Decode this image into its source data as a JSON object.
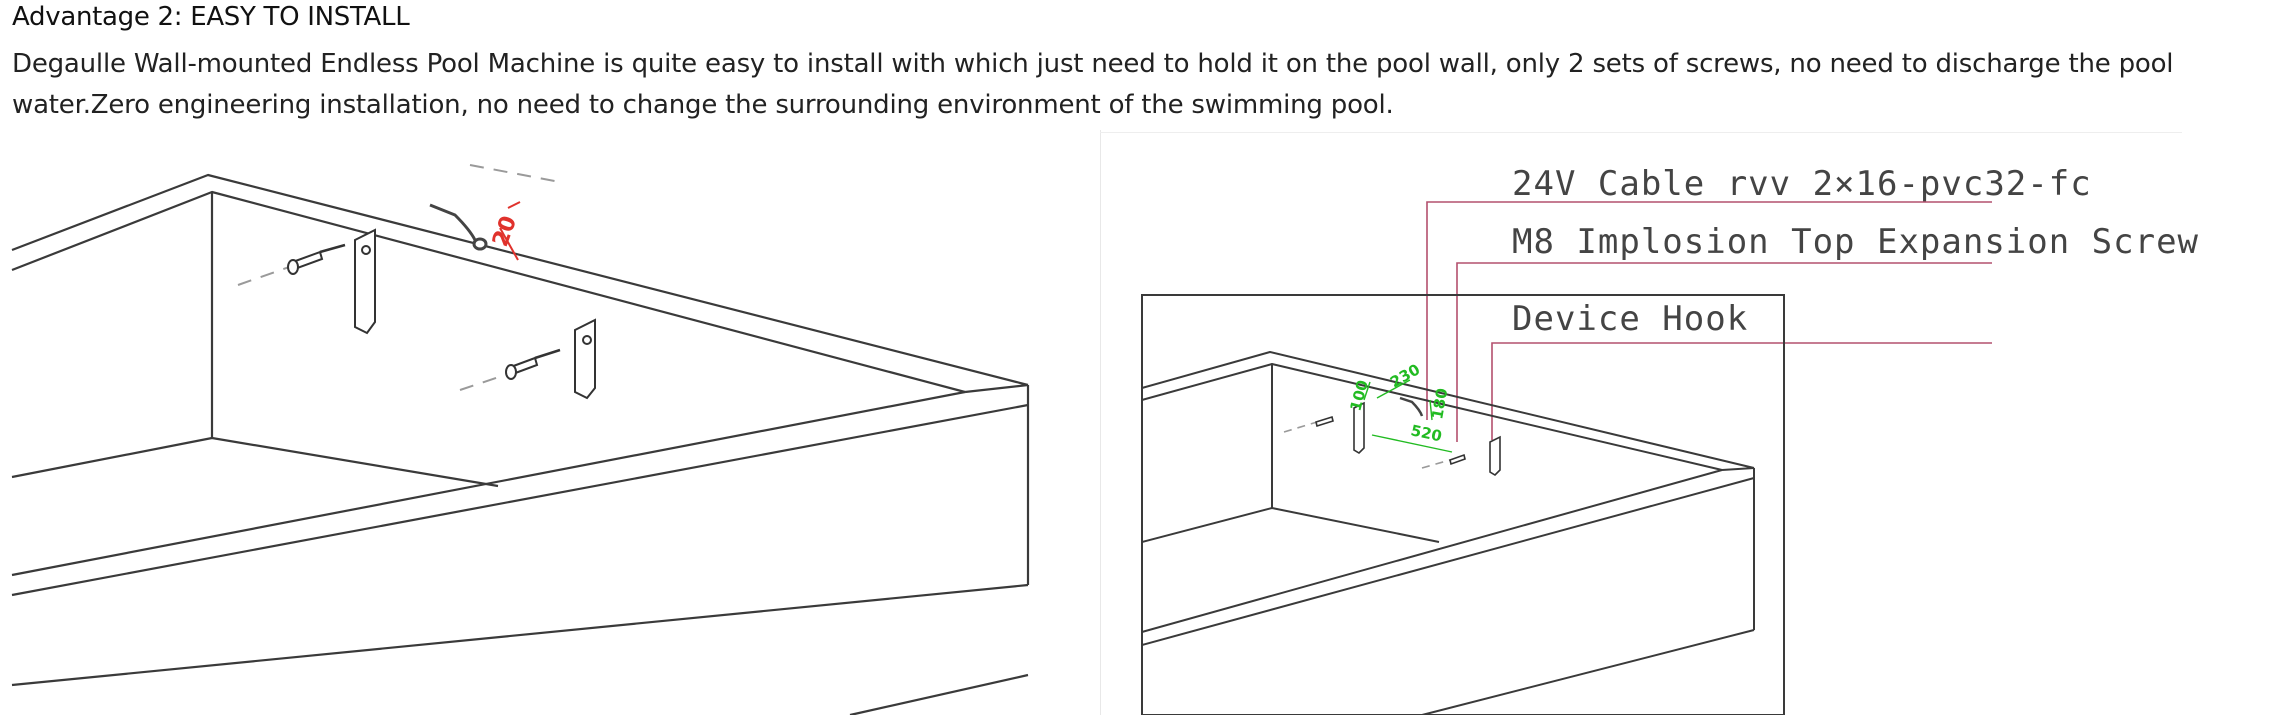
{
  "heading": "Advantage 2: EASY TO INSTALL",
  "description": "Degaulle Wall-mounted Endless Pool Machine is quite easy to install with which just need to hold it on the pool wall, only 2 sets of screws, no need to discharge the pool water.Zero engineering installation, no need to change the surrounding environment of the swimming pool.",
  "left_figure": {
    "dimension_label": "20"
  },
  "right_figure": {
    "callouts": [
      "24V Cable rvv 2×16-pvc32-fc",
      "M8 Implosion Top Expansion Screw",
      "Device Hook"
    ],
    "dimensions": [
      "100",
      "230",
      "180",
      "520"
    ],
    "colors": {
      "callout_line": "#b4506e",
      "dimension": "#22bb22"
    }
  }
}
